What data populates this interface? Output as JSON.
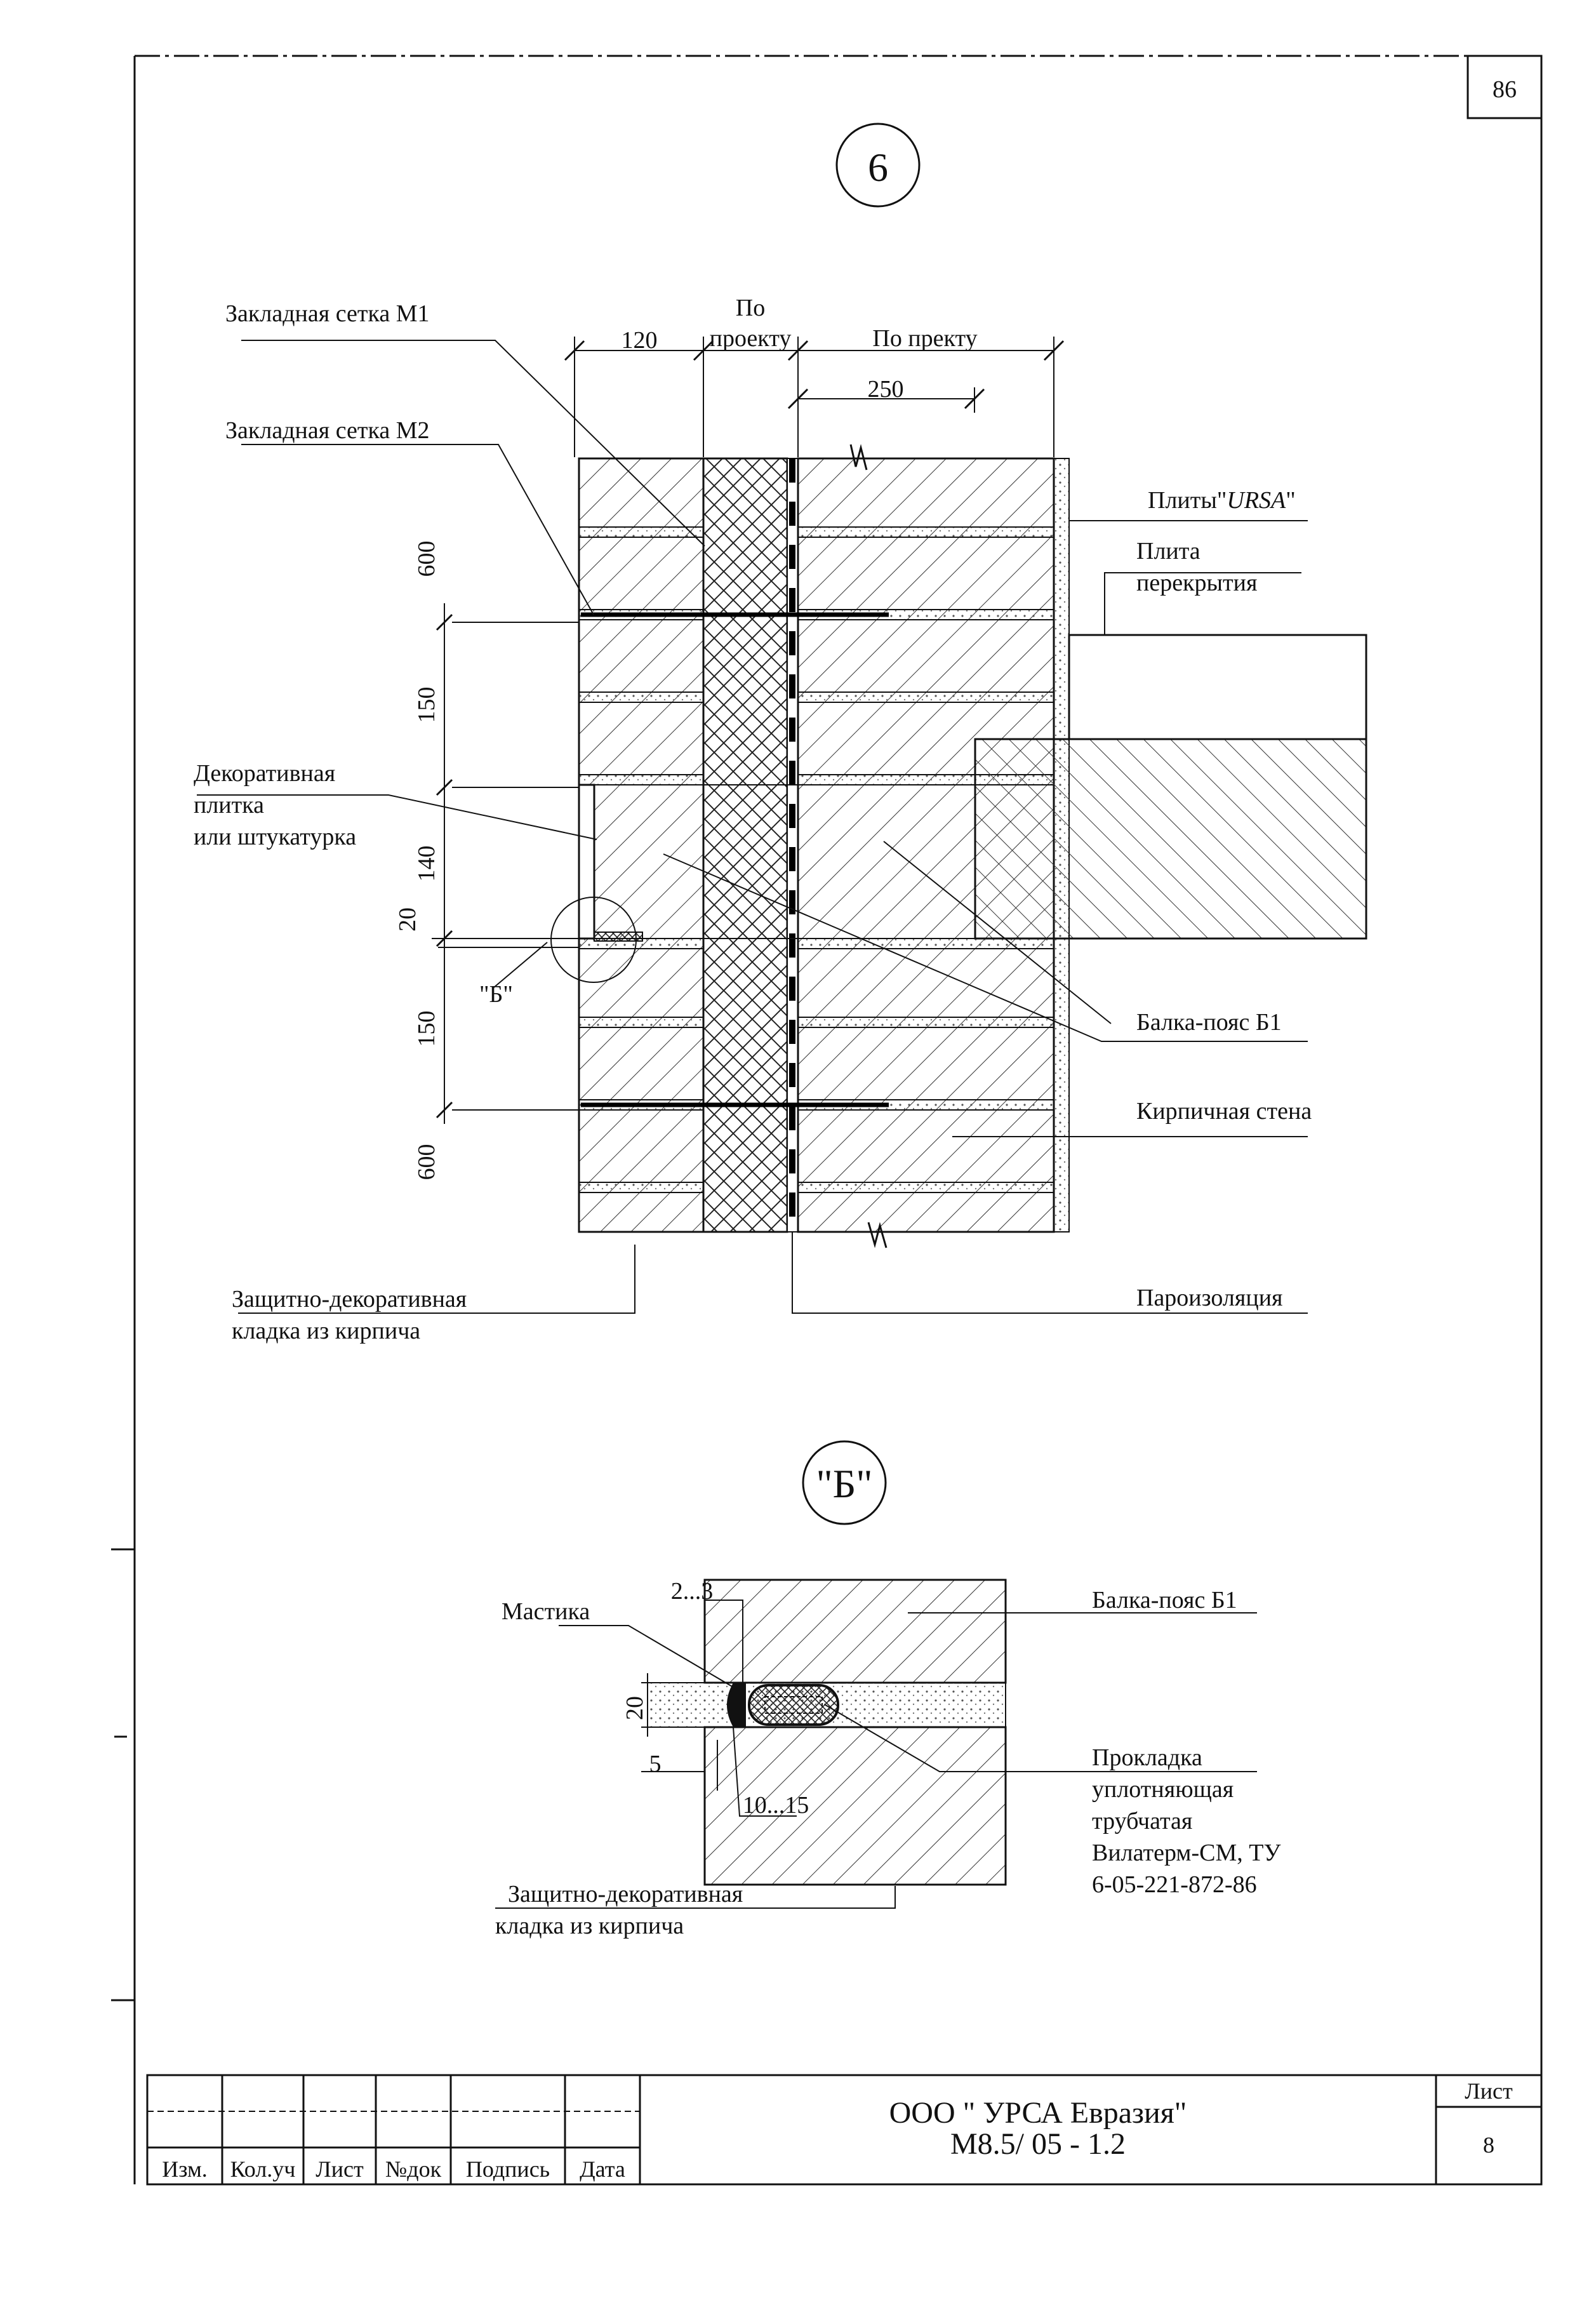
{
  "sheet_number_top": "86",
  "detail_main": {
    "marker": "6",
    "labels": {
      "mesh_m1": "Закладная сетка М1",
      "mesh_m2": "Закладная сетка М2",
      "deco_tile": [
        "Декоративная",
        "плитка",
        "или штукатурка"
      ],
      "callout_b": "\"Б\"",
      "protective_masonry": [
        "Защитно-декоративная",
        "кладка из кирпича"
      ],
      "ursa_prefix": "Плиты\"",
      "ursa_name": "URSA",
      "ursa_suffix": "\"",
      "floor_slab": [
        "Плита",
        "перекрытия"
      ],
      "beam_belt": "Балка-пояс Б1",
      "brick_wall": "Кирпичная стена",
      "vapor_barrier": "Пароизоляция"
    },
    "dims_top": {
      "d120": "120",
      "by_project": [
        "По",
        "проекту"
      ],
      "by_project_right": "По пректу",
      "d250": "250"
    },
    "dims_left": [
      "600",
      "150",
      "140",
      "20",
      "150",
      "600"
    ]
  },
  "detail_b": {
    "marker": "\"Б\"",
    "labels": {
      "mastic": "Мастика",
      "beam_belt": "Балка-пояс Б1",
      "gasket": [
        "Прокладка",
        "уплотняющая",
        "трубчатая",
        "Вилатерм-СМ, ТУ",
        "6-05-221-872-86"
      ],
      "protective_masonry": [
        "Защитно-декоративная",
        "кладка из кирпича"
      ]
    },
    "dims": {
      "d2_3": "2...3",
      "d20": "20",
      "d5": "5",
      "d10_15": "10...15"
    }
  },
  "title_block": {
    "columns": [
      "Изм.",
      "Кол.уч",
      "Лист",
      "№док",
      "Подпись",
      "Дата"
    ],
    "company": "ООО \" УРСА Евразия\"",
    "code": "М8.5/ 05 - 1.2",
    "sheet_label": "Лист",
    "sheet_value": "8"
  }
}
